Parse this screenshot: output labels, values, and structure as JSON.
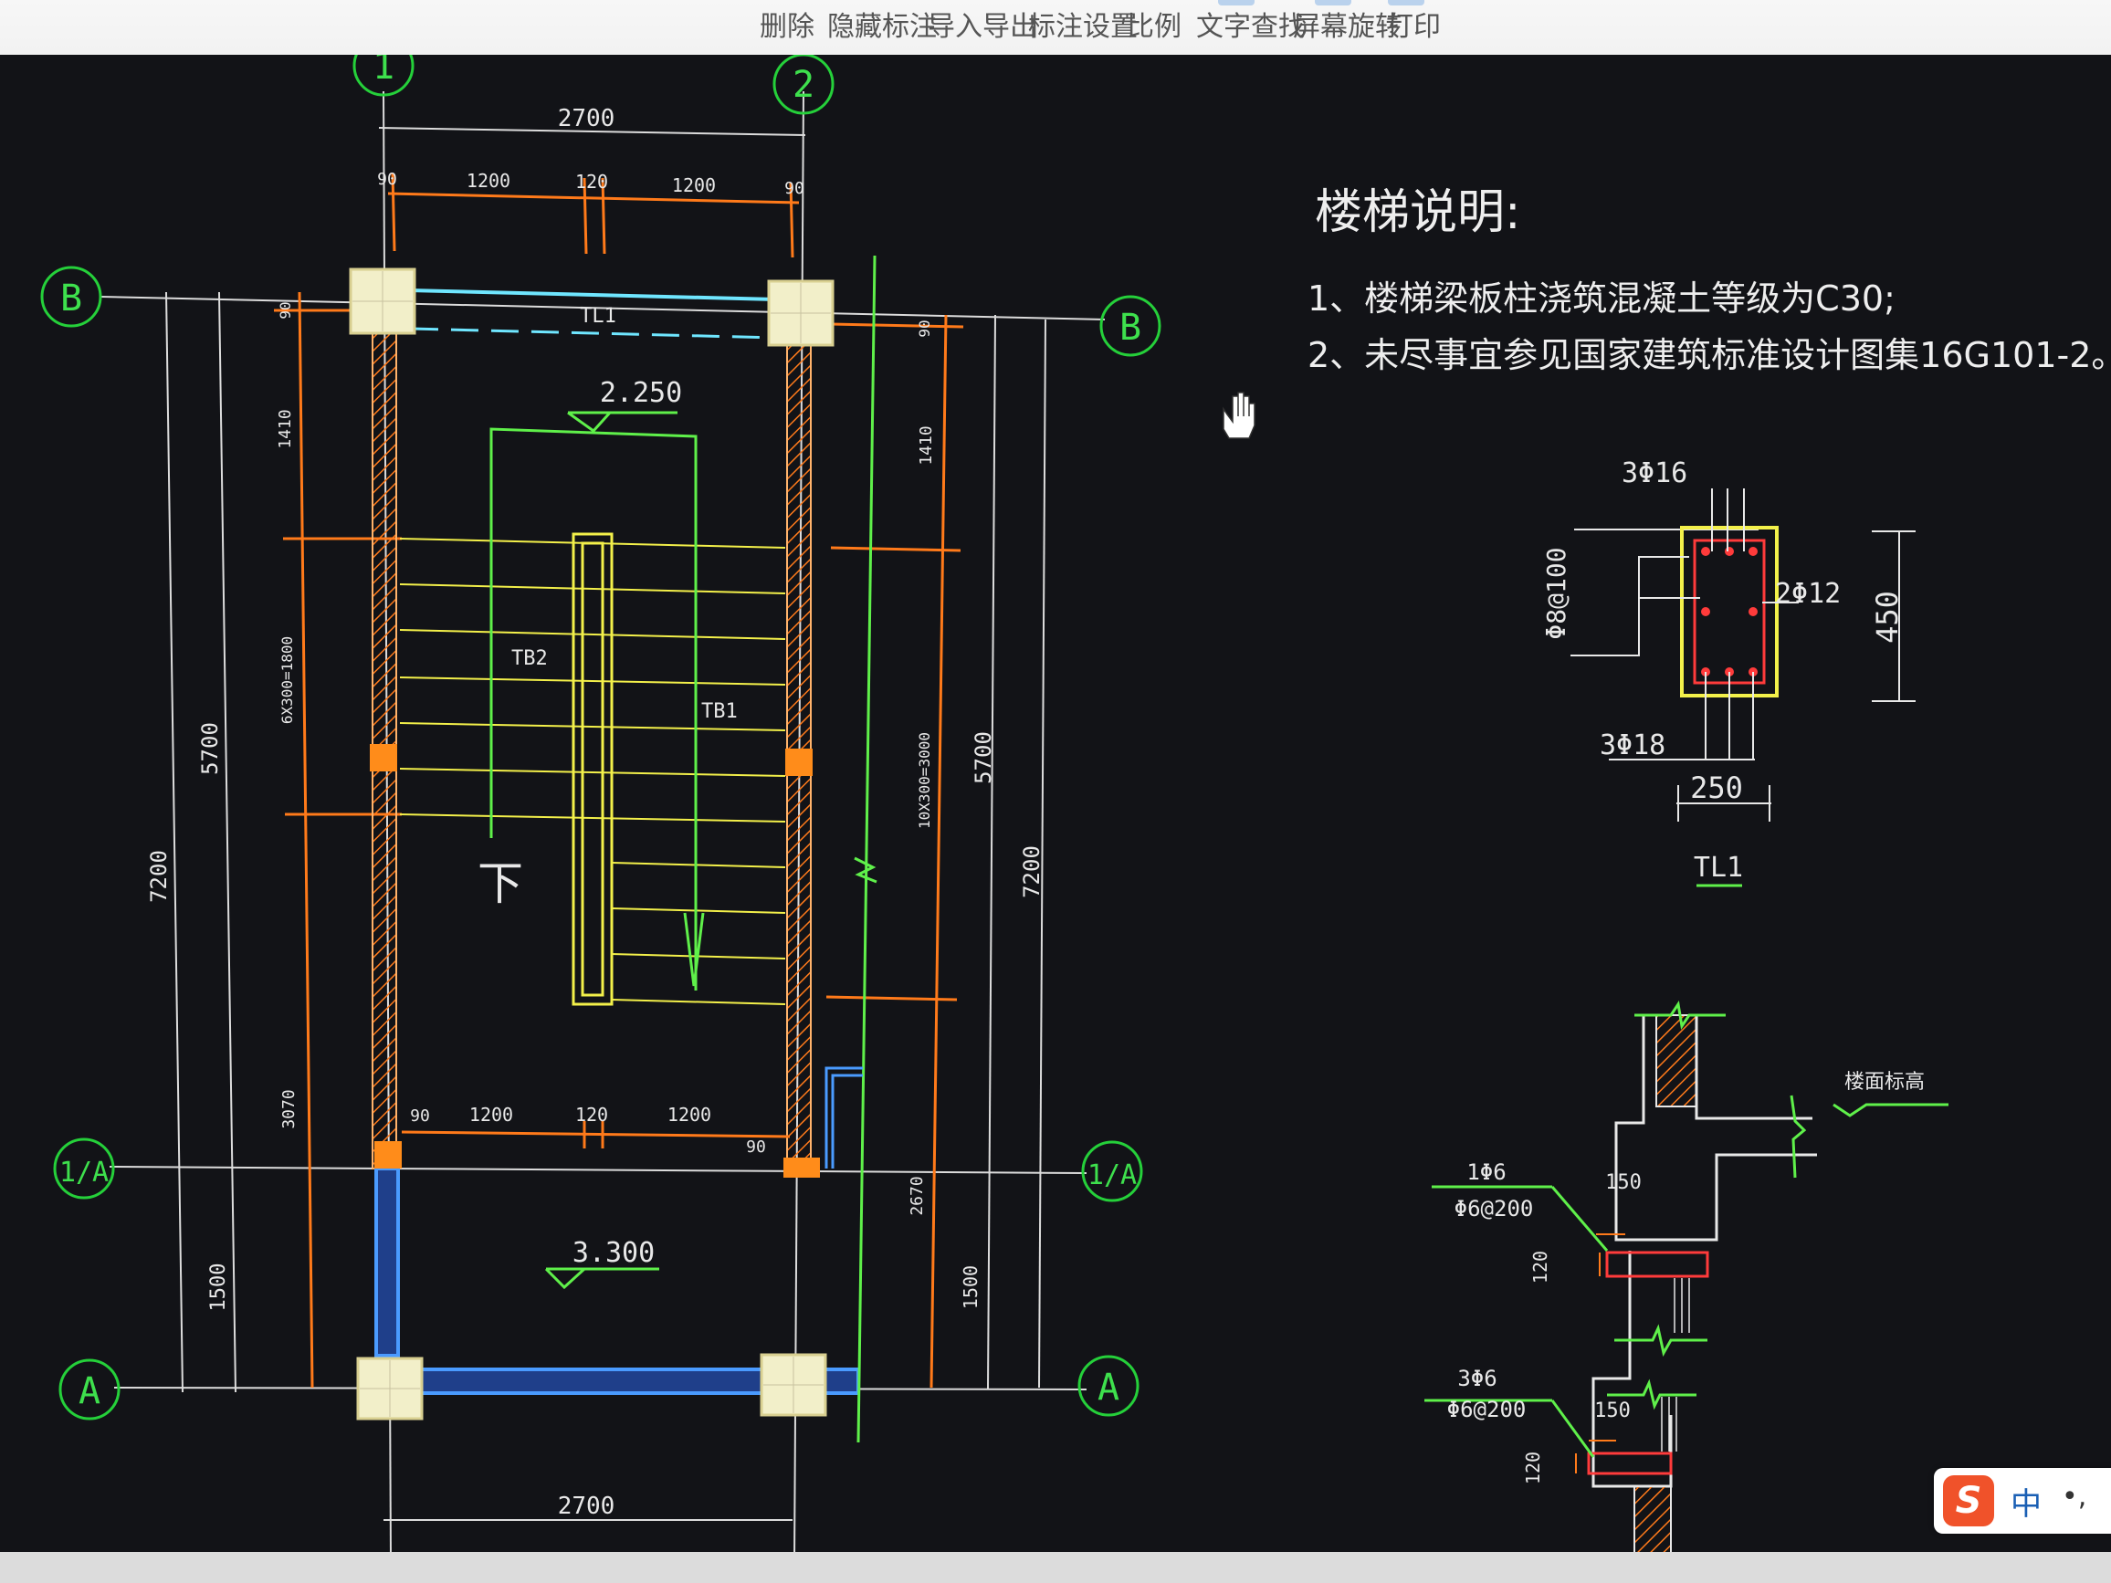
{
  "toolbar": {
    "items": [
      {
        "label": "删除"
      },
      {
        "label": "隐藏标注"
      },
      {
        "label": "导入导出"
      },
      {
        "label": "标注设置"
      },
      {
        "label": "比例"
      },
      {
        "label": "文字查找"
      },
      {
        "label": "屏幕旋转"
      },
      {
        "label": "打印"
      }
    ]
  },
  "drawing": {
    "axes": {
      "b": "B",
      "one_a": "1/A",
      "a": "A",
      "top_labels": [
        "1",
        "2"
      ]
    },
    "dims": {
      "top_total": "2700",
      "top_seg_90_left": "90",
      "top_seg_1200_a": "1200",
      "top_seg_120": "120",
      "top_seg_1200_b": "1200",
      "top_seg_90_right": "90",
      "bottom_total": "2700",
      "mid_seg_90": "90",
      "mid_seg_1200_a": "1200",
      "mid_seg_120": "120",
      "mid_seg_1200_b": "1200",
      "mid_seg_90_right": "90",
      "left_7200": "7200",
      "left_5700": "5700",
      "left_1500": "1500",
      "left_90": "90",
      "left_1410": "1410",
      "left_steps": "6X300=1800",
      "left_3070": "3070",
      "right_90": "90",
      "right_1410": "1410",
      "right_steps": "10X300=3000",
      "right_5700": "5700",
      "right_7200": "7200",
      "right_2670": "2670",
      "right_1500": "1500"
    },
    "labels": {
      "tl1": "TL1",
      "tb1": "TB1",
      "tb2": "TB2",
      "down": "下",
      "elev_upper": "2.250",
      "elev_lower": "3.300"
    },
    "notes": {
      "title": "楼梯说明:",
      "line1": "1、楼梯梁板柱浇筑混凝土等级为C30;",
      "line2": "2、未尽事宜参见国家建筑标准设计图集16G101-2。"
    },
    "beam_section": {
      "top_bars": "3Φ16",
      "stirrup": "Φ8@100",
      "side_bars": "2Φ12",
      "bottom_bars": "3Φ18",
      "height": "450",
      "width": "250",
      "name": "TL1"
    },
    "stair_detail": {
      "floor_level": "楼面标高",
      "upper_bar": "1Φ6",
      "upper_dist": "Φ6@200",
      "upper_dim_150": "150",
      "upper_dim_120": "120",
      "lower_bar": "3Φ6",
      "lower_dist": "Φ6@200",
      "lower_dim_150": "150",
      "lower_dim_120": "120"
    }
  },
  "ime": {
    "logo": "S",
    "lang": "中",
    "dot": "•,"
  },
  "colors": {
    "background": "#121317",
    "dimension": "#e8e8e8",
    "column": "#f2efc9",
    "wall": "#ff7a1a",
    "axis_circle": "#25d03a",
    "stair_yellow": "#f3f04a",
    "stair_green": "#5ff04a",
    "beam_cyan": "#6fe6ff",
    "blue_wall": "#3a8cff",
    "rebar_red": "#ff3b3b"
  }
}
